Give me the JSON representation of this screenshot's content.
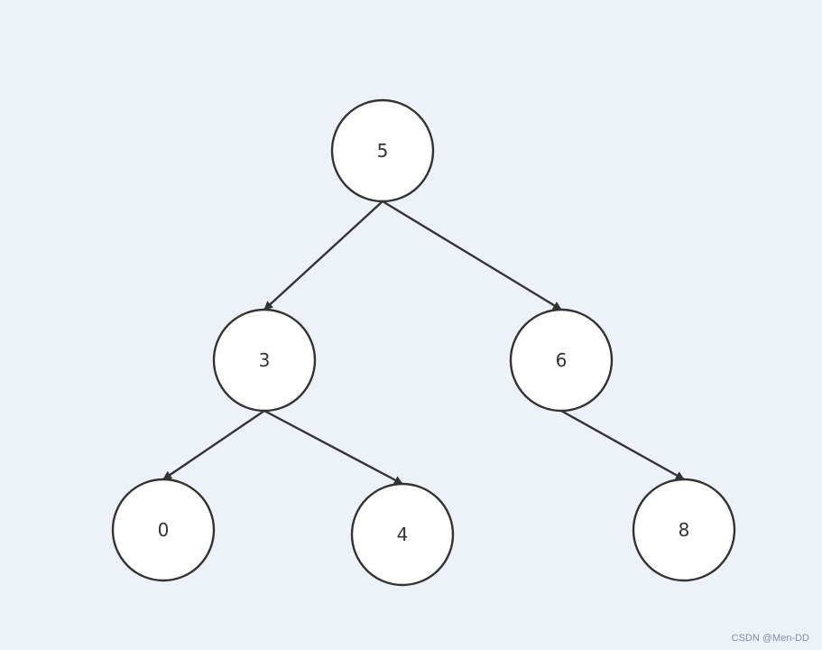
{
  "tree": {
    "nodes": [
      {
        "id": "n5",
        "label": "5"
      },
      {
        "id": "n3",
        "label": "3"
      },
      {
        "id": "n6",
        "label": "6"
      },
      {
        "id": "n0",
        "label": "0"
      },
      {
        "id": "n4",
        "label": "4"
      },
      {
        "id": "n8",
        "label": "8"
      }
    ],
    "edges": [
      {
        "from": "n5",
        "to": "n3"
      },
      {
        "from": "n5",
        "to": "n6"
      },
      {
        "from": "n3",
        "to": "n0"
      },
      {
        "from": "n3",
        "to": "n4"
      },
      {
        "from": "n6",
        "to": "n8"
      }
    ]
  },
  "watermark": "CSDN @Men-DD"
}
